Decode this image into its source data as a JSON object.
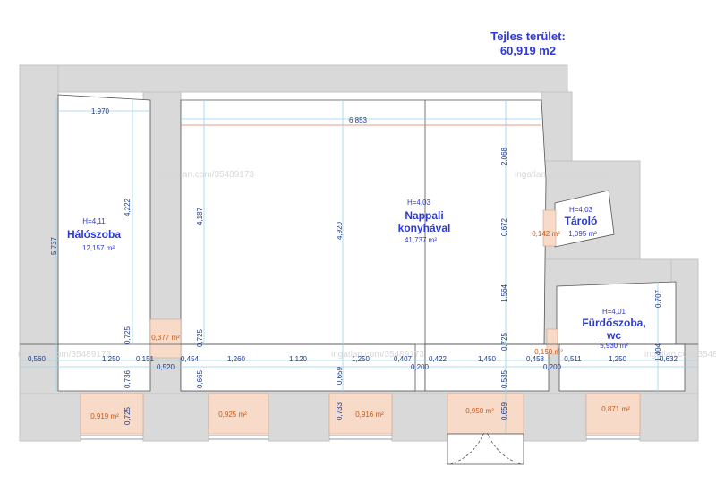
{
  "total": {
    "label": "Tejles terület:",
    "value": "60,919 m2"
  },
  "watermark": "ingatlan.com/35489173",
  "rooms": {
    "haloszoba": {
      "height": "H=4,11",
      "name": "Hálószoba",
      "area": "12,157 m²"
    },
    "nappali": {
      "height": "H=4,03",
      "name_line1": "Nappali",
      "name_line2": "konyhával",
      "area": "41,737 m²"
    },
    "tarolo": {
      "height": "H=4,03",
      "name": "Tároló",
      "area": "1,095 m²"
    },
    "furdo": {
      "height": "H=4,01",
      "name_line1": "Fürdőszoba,",
      "name_line2": "wc",
      "area": "5,930 m²"
    }
  },
  "niches": [
    "0,377 m²",
    "0,142 m²",
    "0,150 m²",
    "0,919 m²",
    "0,925 m²",
    "0,916 m²",
    "0,950 m²",
    "0,871 m²"
  ],
  "dimensions": {
    "d_1970": "1,970",
    "d_6853": "6,853",
    "d_2068": "2,068",
    "d_4222": "4,222",
    "d_4187": "4,187",
    "d_4920": "4,920",
    "d_5737": "5,737",
    "d_0672": "0,672",
    "d_1564": "1,564",
    "d_0707": "0,707",
    "d_0725_a": "0,725",
    "d_0725_b": "0,725",
    "d_0725_c": "0,725",
    "d_0725_d": "0,725",
    "d_0560": "0,560",
    "d_1250_a": "1,250",
    "d_0151": "0,151",
    "d_0520": "0,520",
    "d_0454": "0,454",
    "d_1260": "1,260",
    "d_1120": "1,120",
    "d_1250_b": "1,250",
    "d_0407": "0,407",
    "d_0200_a": "0,200",
    "d_0422": "0,422",
    "d_1450": "1,450",
    "d_0458": "0,458",
    "d_0200_b": "0,200",
    "d_0511": "0,511",
    "d_1250_c": "1,250",
    "d_0632": "0,632",
    "d_1404": "1,404",
    "d_0736": "0,736",
    "d_0665": "0,665",
    "d_0659_a": "0,659",
    "d_0535": "0,535",
    "d_0733": "0,733",
    "d_0659_b": "0,659"
  },
  "colors": {
    "wall": "#d9d9d9",
    "niche": "#f7dac8",
    "label_blue": "#2f3ad6",
    "dim_blue": "#1e3c8c",
    "niche_text": "#c85a19",
    "dim_line": "#9ad3e6"
  }
}
